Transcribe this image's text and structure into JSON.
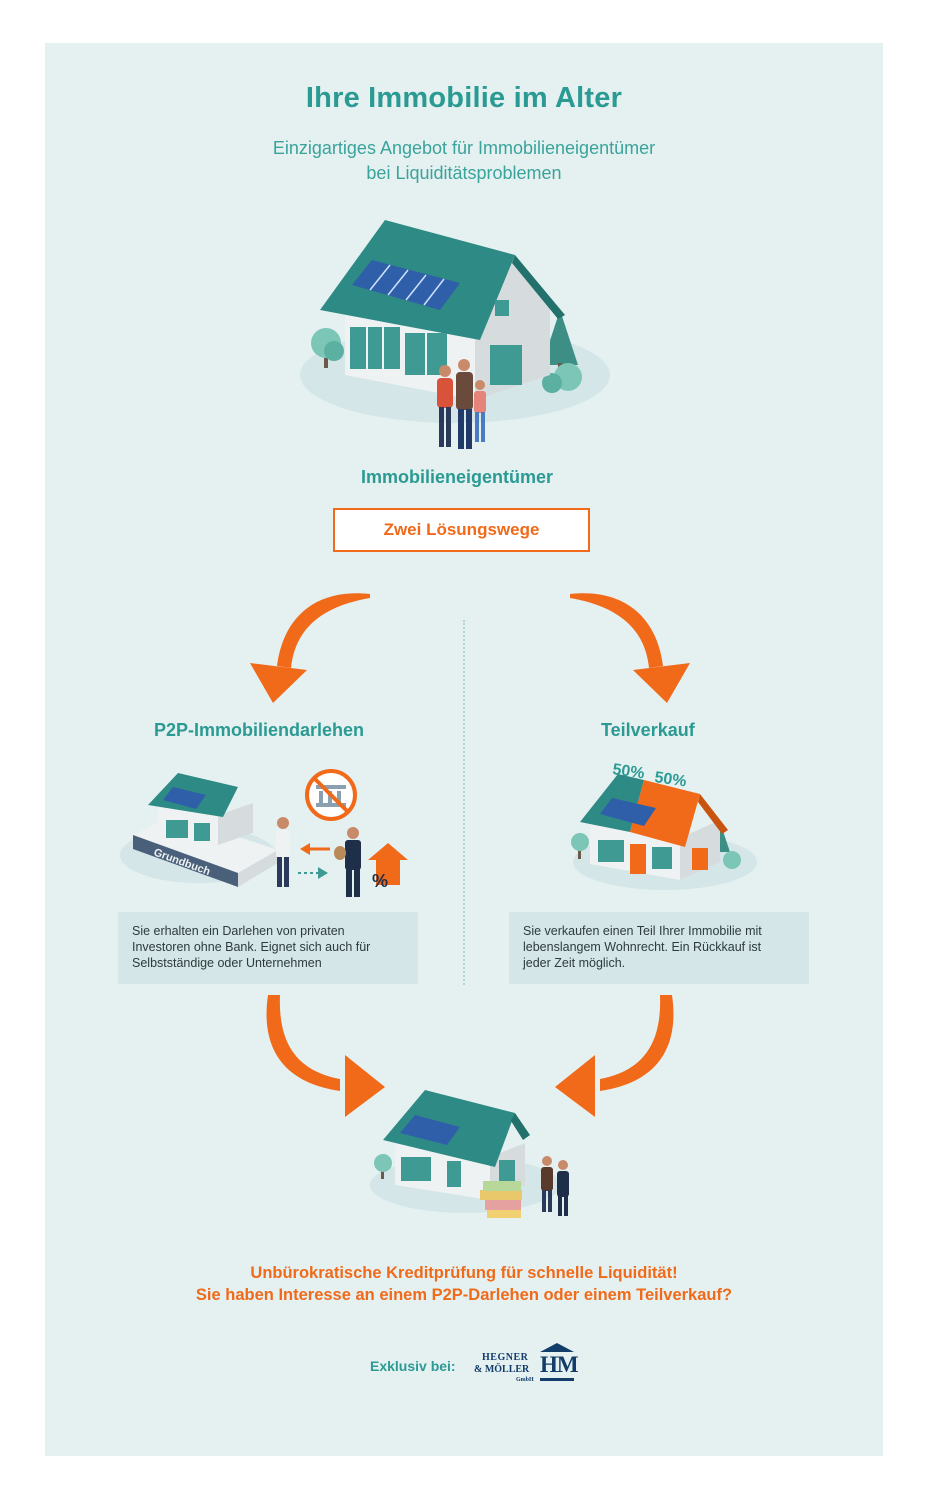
{
  "header": {
    "title": "Ihre Immobilie im Alter",
    "subtitle_line1": "Einzigartiges Angebot für Immobilieneigentümer",
    "subtitle_line2": "bei Liquiditätsproblemen"
  },
  "owner": {
    "label": "Immobilieneigentümer"
  },
  "solutions": {
    "label": "Zwei Lösungswege"
  },
  "left_path": {
    "title": "P2P-Immobiliendarlehen",
    "book_label": "Grundbuch",
    "description_line1": "Sie erhalten ein Darlehen von privaten",
    "description_line2": "Investoren ohne Bank. Eignet sich auch für",
    "description_line3": "Selbstständige oder Unternehmen"
  },
  "right_path": {
    "title": "Teilverkauf",
    "share_left": "50%",
    "share_right": "50%",
    "description_line1": "Sie verkaufen einen Teil Ihrer Immobilie mit",
    "description_line2": "lebenslangem Wohnrecht. Ein Rückkauf ist",
    "description_line3": "jeder Zeit möglich."
  },
  "cta": {
    "line1": "Unbürokratische Kreditprüfung für schnelle Liquidität!",
    "line2": "Sie haben Interesse an einem P2P-Darlehen oder einem Teilverkauf?"
  },
  "footer": {
    "exclusive_label": "Exklusiv bei:",
    "logo_line1": "HEGNER",
    "logo_line2": "& MÖLLER",
    "logo_suffix": "GmbH",
    "logo_monogram": "HM"
  },
  "colors": {
    "teal": "#2a9a93",
    "orange": "#f06a1a",
    "background": "#e5f1f1",
    "roof": "#2e8a84",
    "wall": "#eef2f3"
  }
}
